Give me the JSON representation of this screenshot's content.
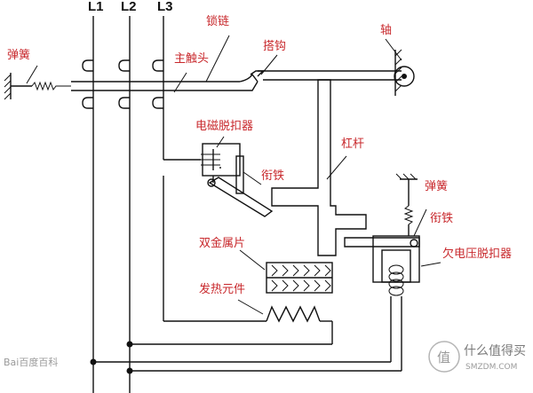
{
  "phases": [
    "L1",
    "L2",
    "L3"
  ],
  "labels": {
    "spring_left": "弹簧",
    "lock_chain": "锁链",
    "main_contact": "主触头",
    "hook": "搭钩",
    "shaft": "轴",
    "em_trip": "电磁脱扣器",
    "lever": "杠杆",
    "armature_left": "衔铁",
    "spring_right": "弹簧",
    "armature_right": "衔铁",
    "uv_trip": "欠电压脱扣器",
    "bimetal": "双金属片",
    "heater": "发热元件"
  },
  "watermarks": {
    "corner_left": "Bai百度百科",
    "brand_text": "什么值得买",
    "brand_url": "SMZDM.COM",
    "brand_badge": "值"
  },
  "colors": {
    "label": "#c8282c",
    "line": "#111111"
  }
}
